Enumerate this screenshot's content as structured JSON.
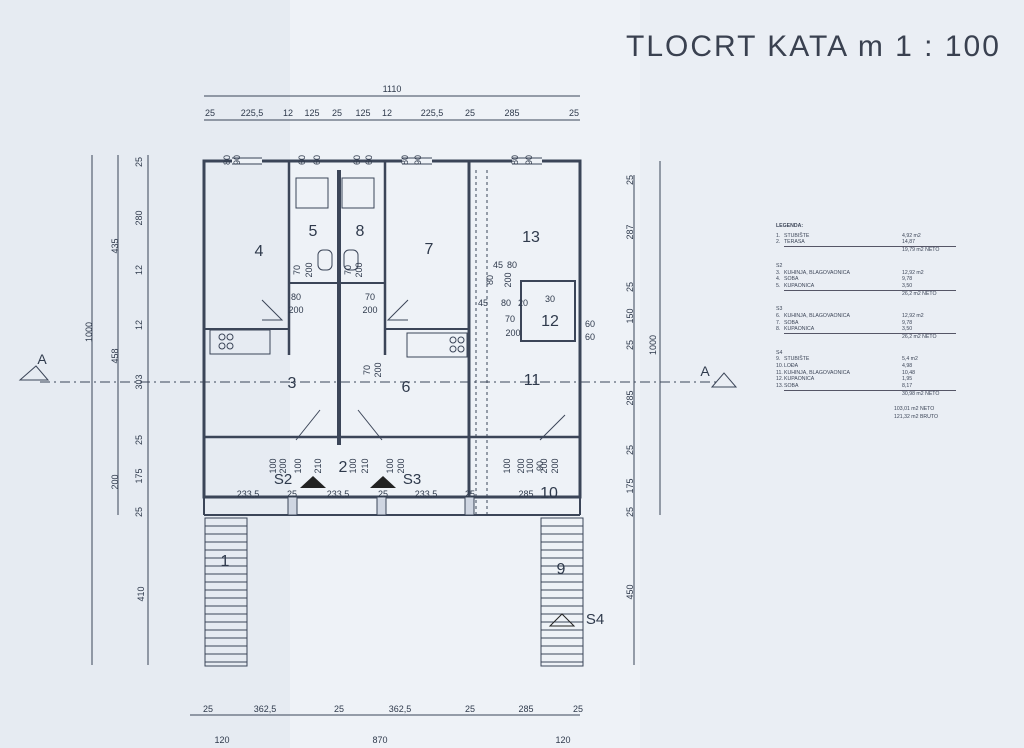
{
  "title": "TLOCRT  KATA   m 1 : 100",
  "rooms": [
    "1",
    "2",
    "3",
    "4",
    "5",
    "6",
    "7",
    "8",
    "9",
    "10",
    "11",
    "12",
    "13"
  ],
  "section_marks": {
    "left": "A",
    "right": "A"
  },
  "stair_marks": {
    "s2": "S2",
    "s3": "S3",
    "s4": "S4"
  },
  "dimensions": {
    "top_total": "1110",
    "top_chain": [
      "25",
      "225,5",
      "12",
      "125",
      "25",
      "125",
      "12",
      "225,5",
      "25",
      "285",
      "25"
    ],
    "left_outer": [
      "1000",
      "410"
    ],
    "left_mid": [
      "435",
      "458",
      "200"
    ],
    "left_inner": [
      "25",
      "280",
      "12",
      "12",
      "303",
      "25",
      "175",
      "25"
    ],
    "right_outer": "1000",
    "right_inner": [
      "25",
      "287",
      "25",
      "150",
      "25",
      "285",
      "25",
      "175",
      "25",
      "450"
    ],
    "openings": [
      "80",
      "90",
      "60",
      "60",
      "60",
      "60",
      "80",
      "90",
      "80",
      "90"
    ],
    "door_dims": [
      "70",
      "200",
      "70",
      "200",
      "70",
      "200",
      "80",
      "200",
      "80",
      "200",
      "70",
      "200",
      "45",
      "80",
      "20",
      "30",
      "70",
      "200",
      "60",
      "60"
    ],
    "bottom_doors": [
      "100",
      "200",
      "100",
      "210",
      "100",
      "210",
      "100",
      "200",
      "100",
      "200",
      "100",
      "200",
      "90",
      "200"
    ],
    "lower_chain": [
      "233,5",
      "25",
      "233,5",
      "25",
      "233,5",
      "25",
      "285"
    ],
    "bottom_chain": [
      "25",
      "362,5",
      "25",
      "362,5",
      "25",
      "285",
      "25"
    ],
    "bottom_total": [
      "120",
      "870",
      "120"
    ]
  },
  "legend": {
    "heading": "LEGENDA:",
    "groups": [
      {
        "label": "",
        "rows": [
          {
            "n": "1.",
            "name": "STUBIŠTE",
            "area": "4,92 m2"
          },
          {
            "n": "2.",
            "name": "TERASA",
            "area": "14,87"
          }
        ],
        "total": "19,79 m2 NETO"
      },
      {
        "label": "S2",
        "rows": [
          {
            "n": "3.",
            "name": "KUHINJA, BLAGOVAONICA",
            "area": "12,92 m2"
          },
          {
            "n": "4.",
            "name": "SOBA",
            "area": "9,78"
          },
          {
            "n": "5.",
            "name": "KUPAONICA",
            "area": "3,50"
          }
        ],
        "total": "26,2 m2 NETO"
      },
      {
        "label": "S3",
        "rows": [
          {
            "n": "6.",
            "name": "KUHINJA, BLAGOVAONICA",
            "area": "12,92 m2"
          },
          {
            "n": "7.",
            "name": "SOBA",
            "area": "9,78"
          },
          {
            "n": "8.",
            "name": "KUPAONICA",
            "area": "3,50"
          }
        ],
        "total": "26,2 m2 NETO"
      },
      {
        "label": "S4",
        "rows": [
          {
            "n": "9.",
            "name": "STUBIŠTE",
            "area": "5,4 m2"
          },
          {
            "n": "10.",
            "name": "LOĐA",
            "area": "4,98"
          },
          {
            "n": "11.",
            "name": "KUHINJA, BLAGOVAONICA",
            "area": "10,48"
          },
          {
            "n": "12.",
            "name": "KUPAONICA",
            "area": "1,95"
          },
          {
            "n": "13.",
            "name": "SOBA",
            "area": "8,17"
          }
        ],
        "total": "30,98 m2 NETO"
      }
    ],
    "summary": [
      "103,01 m2 NETO",
      "121,32 m2 BRUTO"
    ]
  }
}
